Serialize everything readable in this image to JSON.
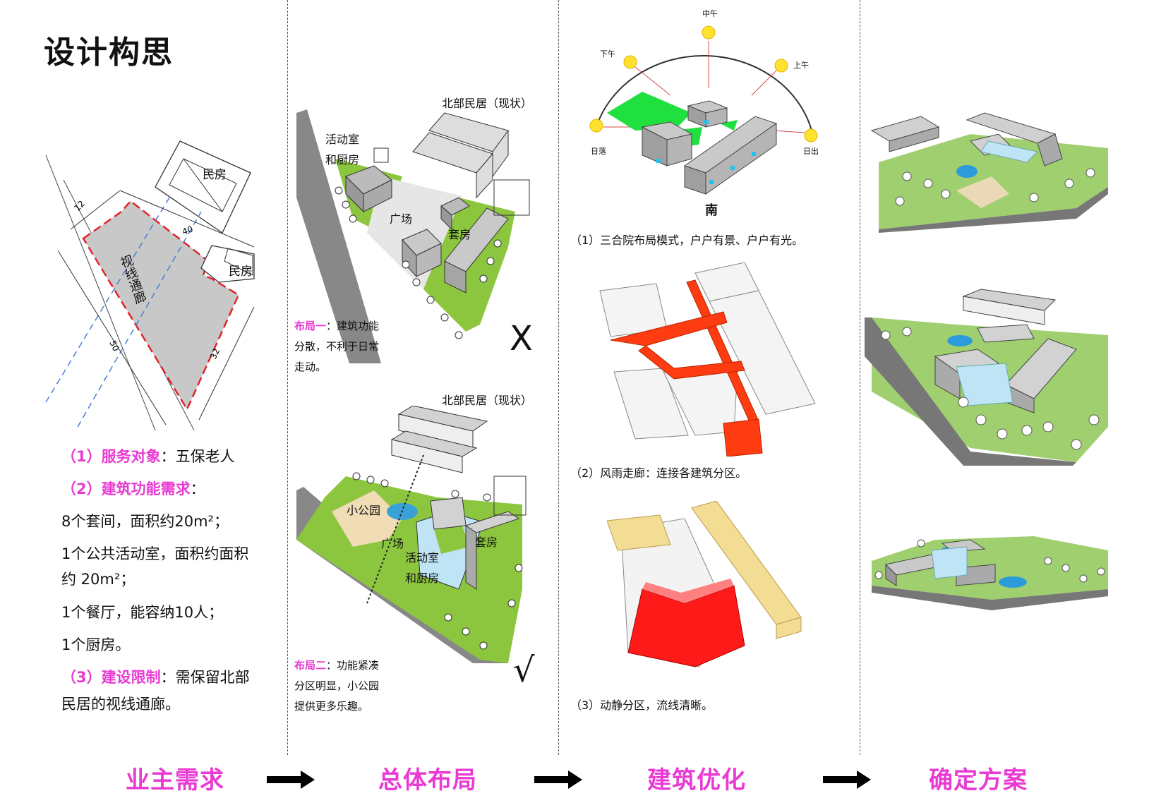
{
  "title": "设计构思",
  "col1": {
    "labels": {
      "house1": "民房",
      "house2": "民房",
      "corridor": "视线通廊",
      "d12": "12",
      "d40": "40",
      "d50": "50",
      "d32": "32"
    },
    "req1_head": "（1）服务对象",
    "req1_body": "：五保老人",
    "req2_head": "（2）建筑功能需求",
    "req2_colon": "：",
    "line_a": "8个套间，面积约20m²；",
    "line_b1": "1个公共活动室，面积约面积",
    "line_b2": "约 20m²；",
    "line_c": "1个餐厅，能容纳10人；",
    "line_d": "1个厨房。",
    "req3_head": "（3）建设限制",
    "req3_body": "：需保留北部",
    "req3_body2": "民居的视线通廊。"
  },
  "col2": {
    "a_north": "北部民居（现状）",
    "a_activity1": "活动室",
    "a_activity2": "和厨房",
    "a_square": "广场",
    "a_suite": "套房",
    "a_mark": "X",
    "a_cap_head": "布局一",
    "a_cap_body": "：建筑功能",
    "a_cap_2": "分散，不利于日常",
    "a_cap_3": "走动。",
    "b_north": "北部民居（现状）",
    "b_park": "小公园",
    "b_square": "广场",
    "b_suite": "套房",
    "b_activity1": "活动室",
    "b_activity2": "和厨房",
    "b_mark": "√",
    "b_cap_head": "布局二",
    "b_cap_body": "：功能紧凑",
    "b_cap_2": "分区明显，小公园",
    "b_cap_3": "提供更多乐趣。"
  },
  "col3": {
    "noon": "中午",
    "afternoon": "下午",
    "morning": "上午",
    "sunset": "日落",
    "sunrise": "日出",
    "south": "南",
    "cap1": "（1）三合院布局模式，户户有景、户户有光。",
    "cap2": "（2）风雨走廊：连接各建筑分区。",
    "cap3": "（3）动静分区，流线清晰。"
  },
  "stages": [
    "业主需求",
    "总体布局",
    "建筑优化",
    "确定方案"
  ],
  "colors": {
    "accent": "#e83ad2",
    "grass": "#8cc63f",
    "red": "#ff3b12",
    "yellow": "#f3dc94"
  }
}
